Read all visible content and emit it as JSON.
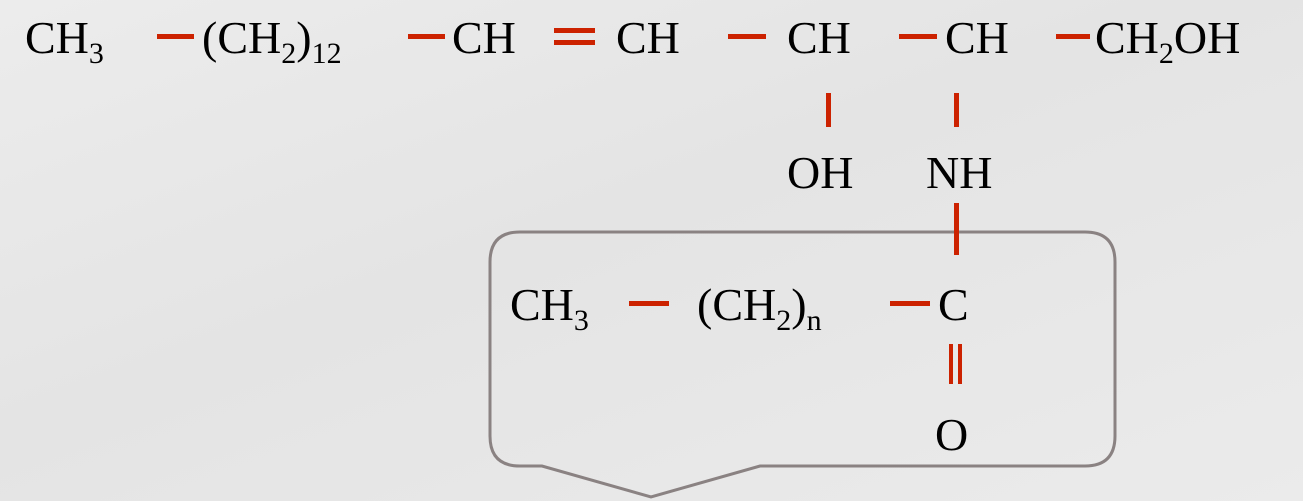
{
  "molecule": {
    "main_chain": {
      "ch3": {
        "base": "CH",
        "sub": "3"
      },
      "ch2n": {
        "open": "(CH",
        "sub1": "2",
        "close": ")",
        "sub2": "12"
      },
      "ch_a": "CH",
      "ch_b": "CH",
      "ch_c": "CH",
      "ch_d": "CH",
      "ch2oh": {
        "pre": "CH",
        "sub": "2",
        "post": "OH"
      }
    },
    "oh": "OH",
    "nh": "NH",
    "acyl": {
      "ch3": {
        "base": "CH",
        "sub": "3"
      },
      "ch2n": {
        "open": "(CH",
        "sub1": "2",
        "close": ")",
        "sub2": "n"
      },
      "c": "C",
      "o": "O"
    }
  },
  "colors": {
    "bond": "#cc2200",
    "text": "#000000",
    "callout_stroke": "#8a8282",
    "background": "#e8e8e8"
  }
}
